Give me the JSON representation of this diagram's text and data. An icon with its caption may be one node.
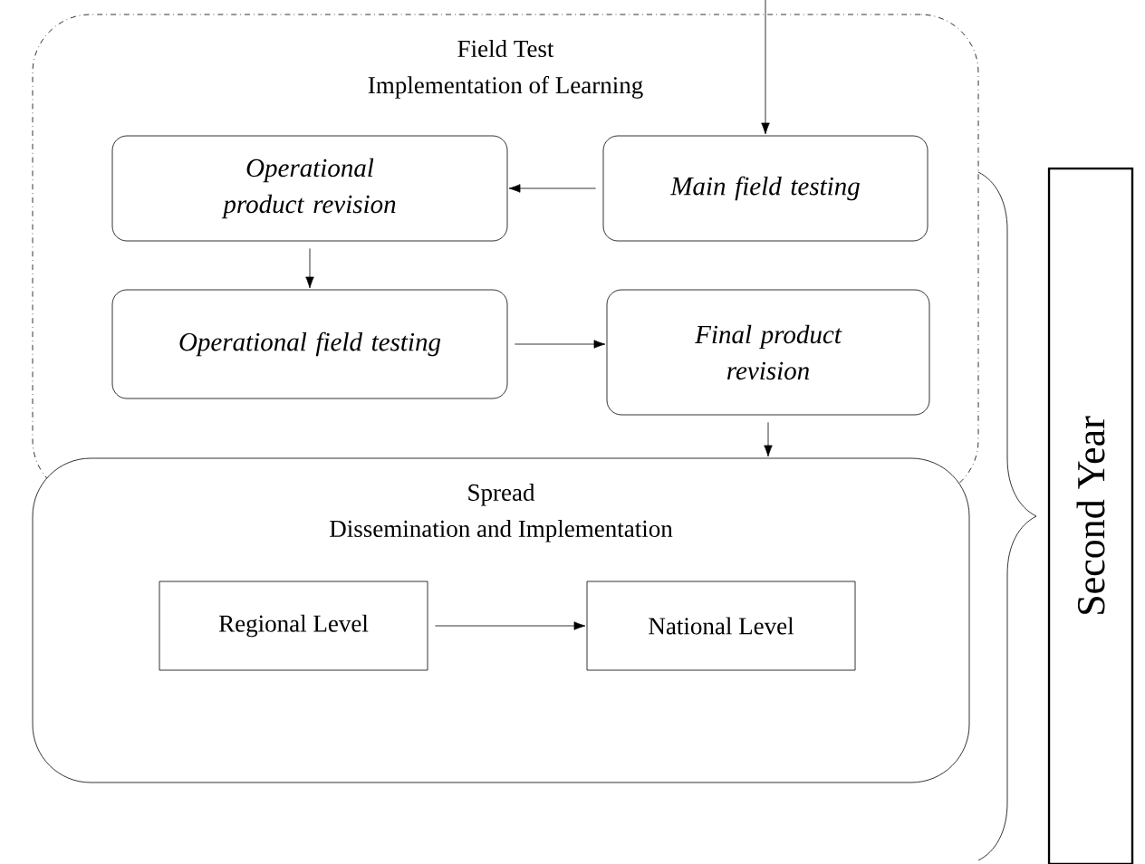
{
  "diagram": {
    "nodes": [
      {
        "text": [
          "Field Test",
          "Implementation of Learning"
        ]
      },
      {
        "text": [
          "Operational product revision"
        ],
        "in": 0
      },
      {
        "text": [
          "Main field testing"
        ],
        "in": 0
      },
      {
        "text": [
          "Operational field testing"
        ],
        "in": 0
      },
      {
        "text": [
          "Final product revision"
        ],
        "in": 0
      },
      {
        "text": [
          "Spread",
          "Dissemination and Implementation"
        ]
      },
      {
        "text": [
          "Regional Level"
        ],
        "in": 5
      },
      {
        "text": [
          "National Level"
        ],
        "in": 5
      },
      {
        "text": [
          "Second Year"
        ]
      }
    ],
    "edges": [
      {
        "from": null,
        "to": 2,
        "arrow": "to"
      },
      {
        "from": 2,
        "to": 1,
        "arrow": "to"
      },
      {
        "from": 1,
        "to": 3,
        "arrow": "to"
      },
      {
        "from": 3,
        "to": 4,
        "arrow": "to"
      },
      {
        "from": 4,
        "to": 5,
        "arrow": "to"
      },
      {
        "from": 6,
        "to": 7,
        "arrow": "to"
      }
    ]
  }
}
